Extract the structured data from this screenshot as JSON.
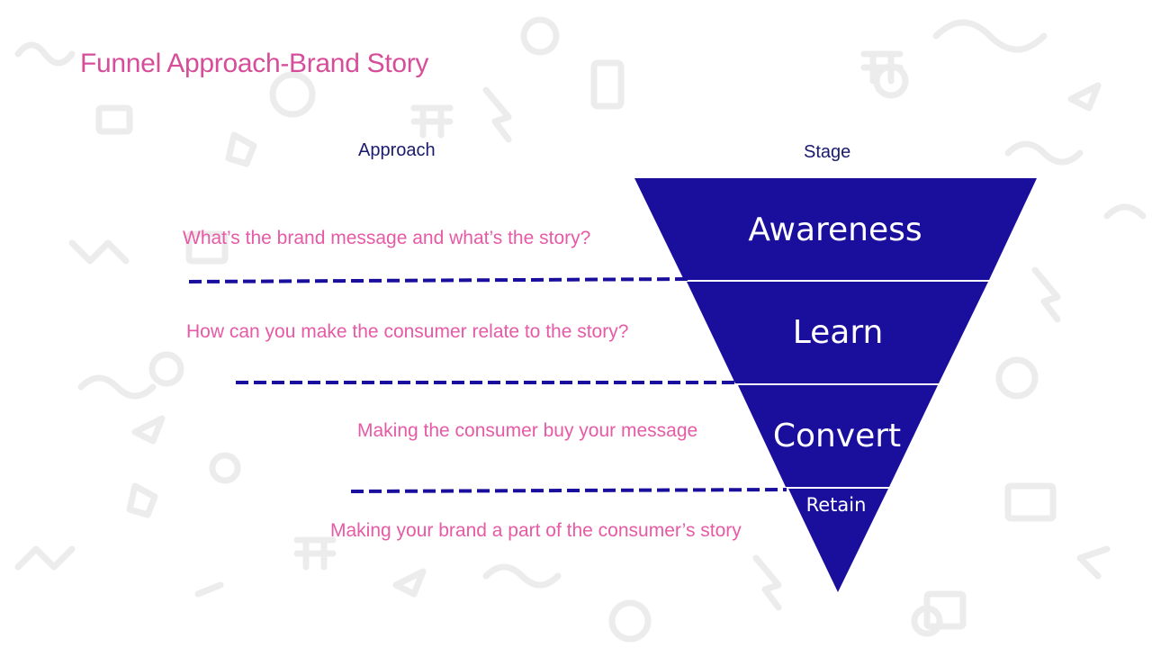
{
  "title": "Funnel Approach-Brand Story",
  "headers": {
    "approach": "Approach",
    "stage": "Stage"
  },
  "rows": [
    {
      "stage": "Awareness",
      "approach": "What’s the brand message and what’s the story?"
    },
    {
      "stage": "Learn",
      "approach": "How can you make the consumer relate to the story?"
    },
    {
      "stage": "Convert",
      "approach": "Making the consumer buy your message"
    },
    {
      "stage": "Retain",
      "approach": "Making your brand a part of the consumer’s story"
    }
  ],
  "colors": {
    "funnel": "#1a0f9c",
    "title": "#d64e9a",
    "approach_text": "#e65aa6",
    "header": "#1a1a6e",
    "dashes": "#1a0f9c"
  }
}
